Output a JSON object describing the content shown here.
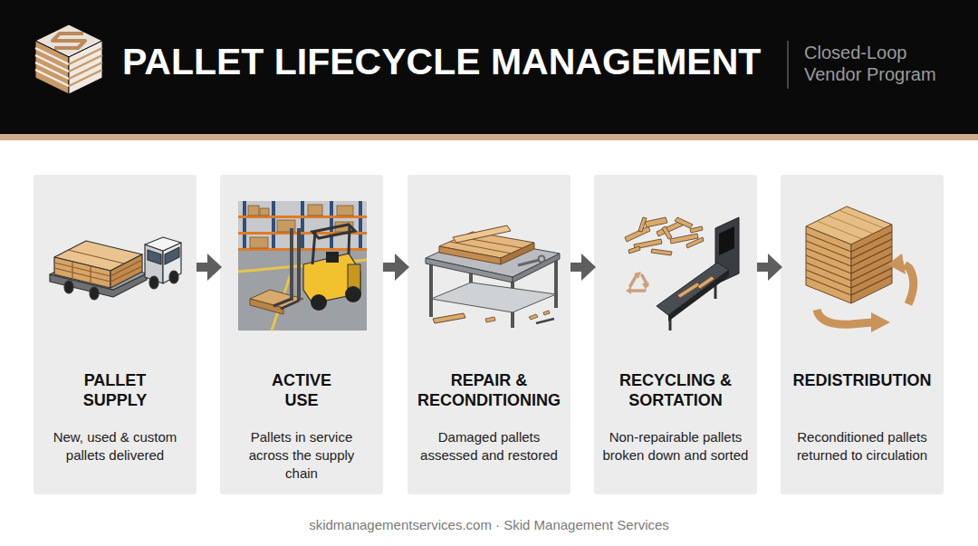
{
  "diagram": {
    "title": "PALLET LIFECYCLE MANAGEMENT",
    "caption": "skidmanagementservices.com · Skid Management Services",
    "nodes": [
      {
        "text": [
          "PALLET SUPPLY",
          "New, used & custom pallets delivered"
        ]
      },
      {
        "text": [
          "ACTIVE USE",
          "Pallets in service across the supply chain"
        ]
      },
      {
        "text": [
          "REPAIR & RECONDITIONING",
          "Damaged pallets assessed and restored"
        ]
      },
      {
        "text": [
          "RECYCLING & SORTATION",
          "Non-repairable pallets broken down and sorted"
        ]
      },
      {
        "text": [
          "REDISTRIBUTION",
          "Reconditioned pallets returned to circulation"
        ]
      }
    ],
    "edges": [
      {
        "from": 0,
        "to": 1,
        "arrow": "to"
      },
      {
        "from": 1,
        "to": 2,
        "arrow": "to"
      },
      {
        "from": 2,
        "to": 3,
        "arrow": "to"
      },
      {
        "from": 3,
        "to": 4,
        "arrow": "to"
      }
    ],
    "labels": [
      "Closed-Loop Vendor Program"
    ]
  }
}
